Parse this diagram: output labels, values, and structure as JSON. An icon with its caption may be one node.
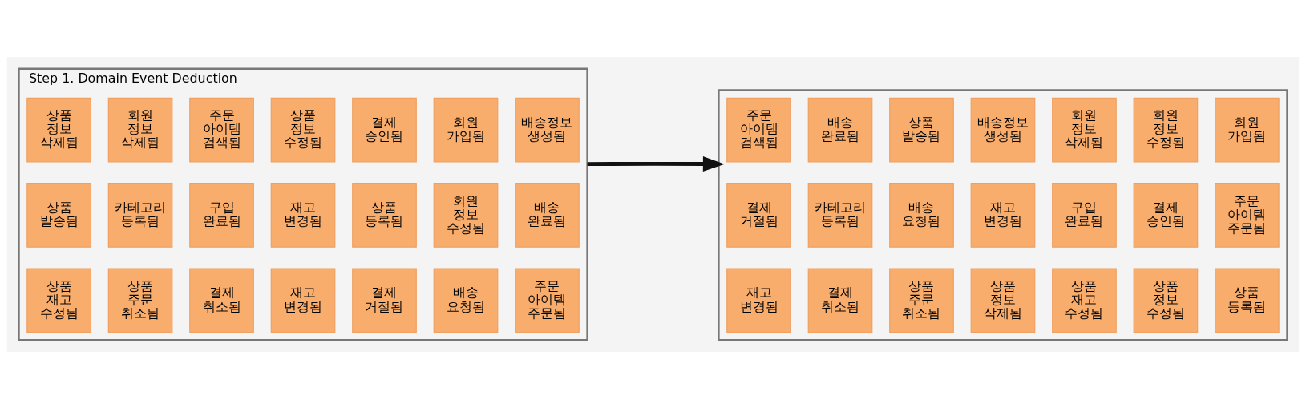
{
  "diagram": {
    "nodes": [
      {
        "text": [
          "Step 1. Domain Event Deduction"
        ]
      },
      {
        "text": [
          "배송정보 생성됨"
        ],
        "in": 0
      },
      {
        "text": [
          "회원 가입됨"
        ],
        "in": 0
      },
      {
        "text": [
          "결제 승인됨"
        ],
        "in": 0
      },
      {
        "text": [
          "상품 정보 수정됨"
        ],
        "in": 0
      },
      {
        "text": [
          "주문 아이템 검색됨"
        ],
        "in": 0
      },
      {
        "text": [
          "회원 정보 삭제됨"
        ],
        "in": 0
      },
      {
        "text": [
          "상품 정보 삭제됨"
        ],
        "in": 0
      },
      {
        "text": [
          "배송 완료됨"
        ],
        "in": 0
      },
      {
        "text": [
          "회원 정보 수정됨"
        ],
        "in": 0
      },
      {
        "text": [
          "상품 등록됨"
        ],
        "in": 0
      },
      {
        "text": [
          "재고 변경됨"
        ],
        "in": 0
      },
      {
        "text": [
          "구입 완료됨"
        ],
        "in": 0
      },
      {
        "text": [
          "카테고리 등록됨"
        ],
        "in": 0
      },
      {
        "text": [
          "상품 발송됨"
        ],
        "in": 0
      },
      {
        "text": [
          "주문 아이템 주문됨"
        ],
        "in": 0
      },
      {
        "text": [
          "배송 요청됨"
        ],
        "in": 0
      },
      {
        "text": [
          "결제 거절됨"
        ],
        "in": 0
      },
      {
        "text": [
          "재고 변경됨"
        ],
        "in": 0
      },
      {
        "text": [
          "결제 취소됨"
        ],
        "in": 0
      },
      {
        "text": [
          "상품 주문 취소됨"
        ],
        "in": 0
      },
      {
        "text": [
          "상품 재고 수정됨"
        ],
        "in": 0
      },
      {
        "text": [],
        "shape": "box"
      },
      {
        "text": [
          "회원 가입됨"
        ],
        "in": 22
      },
      {
        "text": [
          "회원 정보 수정됨"
        ],
        "in": 22
      },
      {
        "text": [
          "회원 정보 삭제됨"
        ],
        "in": 22
      },
      {
        "text": [
          "배송정보 생성됨"
        ],
        "in": 22
      },
      {
        "text": [
          "상품 발송됨"
        ],
        "in": 22
      },
      {
        "text": [
          "배송 완료됨"
        ],
        "in": 22
      },
      {
        "text": [
          "주문 아이템 검색됨"
        ],
        "in": 22
      },
      {
        "text": [
          "주문 아이템 주문됨"
        ],
        "in": 22
      },
      {
        "text": [
          "결제 승인됨"
        ],
        "in": 22
      },
      {
        "text": [
          "구입 완료됨"
        ],
        "in": 22
      },
      {
        "text": [
          "재고 변경됨"
        ],
        "in": 22
      },
      {
        "text": [
          "배송 요청됨"
        ],
        "in": 22
      },
      {
        "text": [
          "카테고리 등록됨"
        ],
        "in": 22
      },
      {
        "text": [
          "결제 거절됨"
        ],
        "in": 22
      },
      {
        "text": [
          "상품 등록됨"
        ],
        "in": 22
      },
      {
        "text": [
          "상품 정보 수정됨"
        ],
        "in": 22
      },
      {
        "text": [
          "상품 재고 수정됨"
        ],
        "in": 22
      },
      {
        "text": [
          "상품 정보 삭제됨"
        ],
        "in": 22
      },
      {
        "text": [
          "상품 주문 취소됨"
        ],
        "in": 22
      },
      {
        "text": [
          "결제 취소됨"
        ],
        "in": 22
      },
      {
        "text": [
          "재고 변경됨"
        ],
        "in": 22
      }
    ],
    "edges": [
      {
        "from": 0,
        "to": 22,
        "arrow": "to"
      }
    ]
  }
}
